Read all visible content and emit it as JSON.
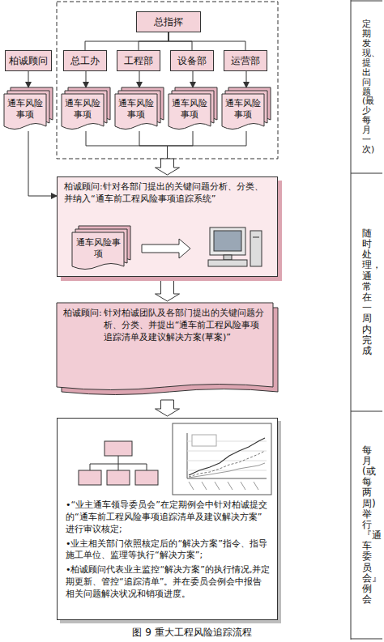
{
  "diagram": {
    "caption": "图 9 重大工程风险追踪流程",
    "nodes": [
      {
        "text": [
          "总指挥"
        ]
      },
      {
        "text": [
          "柏诚顾问"
        ]
      },
      {
        "text": [
          "总工办"
        ]
      },
      {
        "text": [
          "工程部"
        ]
      },
      {
        "text": [
          "设备部"
        ]
      },
      {
        "text": [
          "运营部"
        ]
      },
      {
        "text": [
          "通车风险事项"
        ]
      },
      {
        "text": [
          "通车风险事项"
        ]
      },
      {
        "text": [
          "通车风险事项"
        ]
      },
      {
        "text": [
          "通车风险事项"
        ]
      },
      {
        "text": [
          "通车风险事项"
        ]
      },
      {
        "text": [
          "柏诚顾问:",
          "针对各部门提出的关键问题分析、分类、并纳入“通车前工程风险事项追踪系统”"
        ]
      },
      {
        "text": [
          "通车风险事项"
        ],
        "in": 11
      },
      {
        "text": [
          "柏诚顾问:",
          "针对柏诚团队及各部门提出的关键问题分析、分类、并提出“通车前工程风险事项追踪清单及建议解决方案(草案)”"
        ]
      },
      {
        "text": [
          "•“业主通车领导委员会”在定期例会中针对柏诚提交的“通车前工程风险事项追踪清单及建议解决方案”进行审议核定;",
          "•业主相关部门依照核定后的“解决方案”指令、指导施工单位、监理等执行“解决方案”;",
          "•柏诚顾问代表业主监控“解决方案”的执行情况,并定期更新、管控“追踪清单”。并在委员会例会中报告相关问题解决状况和销项进度。"
        ]
      }
    ],
    "edges": [
      {
        "from": 0,
        "to": 2,
        "arrow": "none"
      },
      {
        "from": 0,
        "to": 3,
        "arrow": "none"
      },
      {
        "from": 0,
        "to": 4,
        "arrow": "none"
      },
      {
        "from": 0,
        "to": 5,
        "arrow": "none"
      },
      {
        "from": 1,
        "to": 6,
        "arrow": "to"
      },
      {
        "from": 2,
        "to": 7,
        "arrow": "to"
      },
      {
        "from": 3,
        "to": 8,
        "arrow": "to"
      },
      {
        "from": 4,
        "to": 9,
        "arrow": "to"
      },
      {
        "from": 5,
        "to": 10,
        "arrow": "to"
      },
      {
        "from": 7,
        "to": 11,
        "arrow": "to"
      },
      {
        "from": 8,
        "to": 11,
        "arrow": "to"
      },
      {
        "from": 9,
        "to": 11,
        "arrow": "to"
      },
      {
        "from": 10,
        "to": 11,
        "arrow": "to"
      },
      {
        "from": 6,
        "to": 11,
        "arrow": "to"
      },
      {
        "from": 11,
        "to": 13,
        "arrow": "to"
      },
      {
        "from": 13,
        "to": 14,
        "arrow": "to"
      }
    ],
    "labels": [
      "定期发现、提出问题(最少每月一次)",
      "随时处理，通常在一周内完成",
      "每月(或每两周)举行『通车委员会』例会"
    ]
  }
}
